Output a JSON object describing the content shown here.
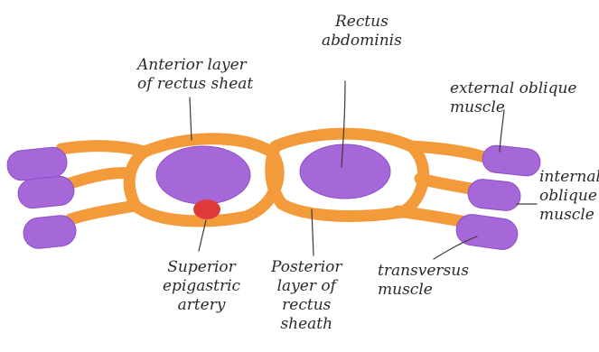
{
  "colors": {
    "sheath": "#f39a3b",
    "muscle": "#a667d9",
    "muscle_edge": "#8e4fc4",
    "artery": "#df3a3a",
    "leader_line": "#3a3a3a",
    "text": "#2a2a2a"
  },
  "labels": {
    "rectus_abdominis": [
      "Rectus",
      "abdominis"
    ],
    "anterior_layer": [
      "Anterior layer",
      "of rectus sheat"
    ],
    "external_oblique": [
      "external oblique",
      "muscle"
    ],
    "internal_oblique": [
      "internal",
      "oblique",
      "muscle"
    ],
    "superior_epigastric": [
      "Superior",
      "epigastric",
      "artery"
    ],
    "posterior_layer": [
      "Posterior",
      "layer of",
      "rectus",
      "sheath"
    ],
    "transversus": [
      "transversus",
      "muscle"
    ]
  }
}
